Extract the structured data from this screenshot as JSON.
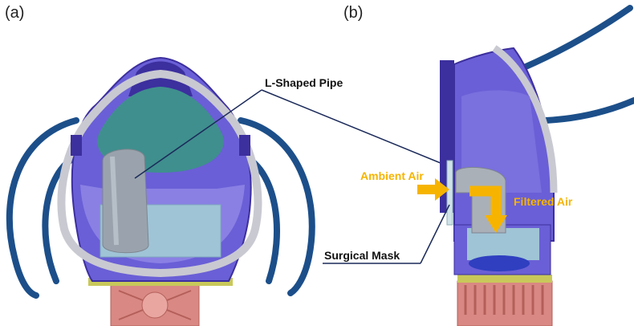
{
  "panels": {
    "a_label": "(a)",
    "b_label": "(b)"
  },
  "callouts": {
    "l_shaped_pipe": "L-Shaped Pipe",
    "surgical_mask": "Surgical Mask",
    "ambient_air": "Ambient Air",
    "filtered_air": "Filtered Air"
  },
  "colors": {
    "mask_body": "#6a5fd6",
    "mask_dark": "#3c2f9e",
    "seal_rim": "#c9c9d2",
    "interior_teal": "#3f8f8e",
    "strap": "#1c4f8a",
    "fan": "#d98883",
    "filter_base": "#c8c85a",
    "air_arrow": "#f6b400",
    "callout_line": "#1b2a5a"
  }
}
